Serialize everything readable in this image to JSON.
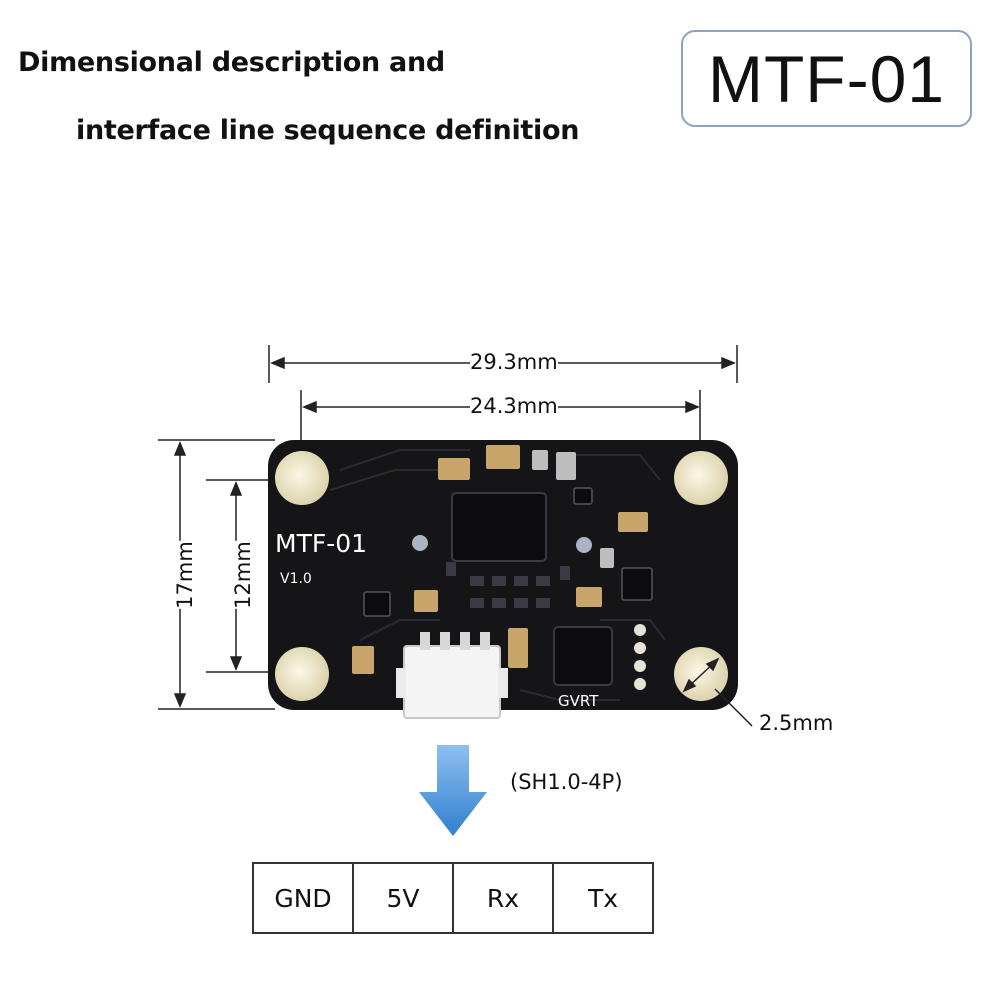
{
  "header": {
    "line1": "Dimensional description and",
    "line2": "interface line sequence definition",
    "model": "MTF-01"
  },
  "board": {
    "silk_model": "MTF-01",
    "silk_version": "V1.0",
    "silk_brand": "GVRT"
  },
  "dimensions": {
    "overall_width": "29.3mm",
    "hole_spacing_x": "24.3mm",
    "overall_height": "17mm",
    "hole_spacing_y": "12mm",
    "hole_diameter": "2.5mm"
  },
  "connector": {
    "label": "(SH1.0-4P)",
    "pins": [
      "GND",
      "5V",
      "Rx",
      "Tx"
    ]
  },
  "colors": {
    "pcb": "#151518",
    "arrow": "#3b88d4",
    "pad": "#efe7c8"
  }
}
